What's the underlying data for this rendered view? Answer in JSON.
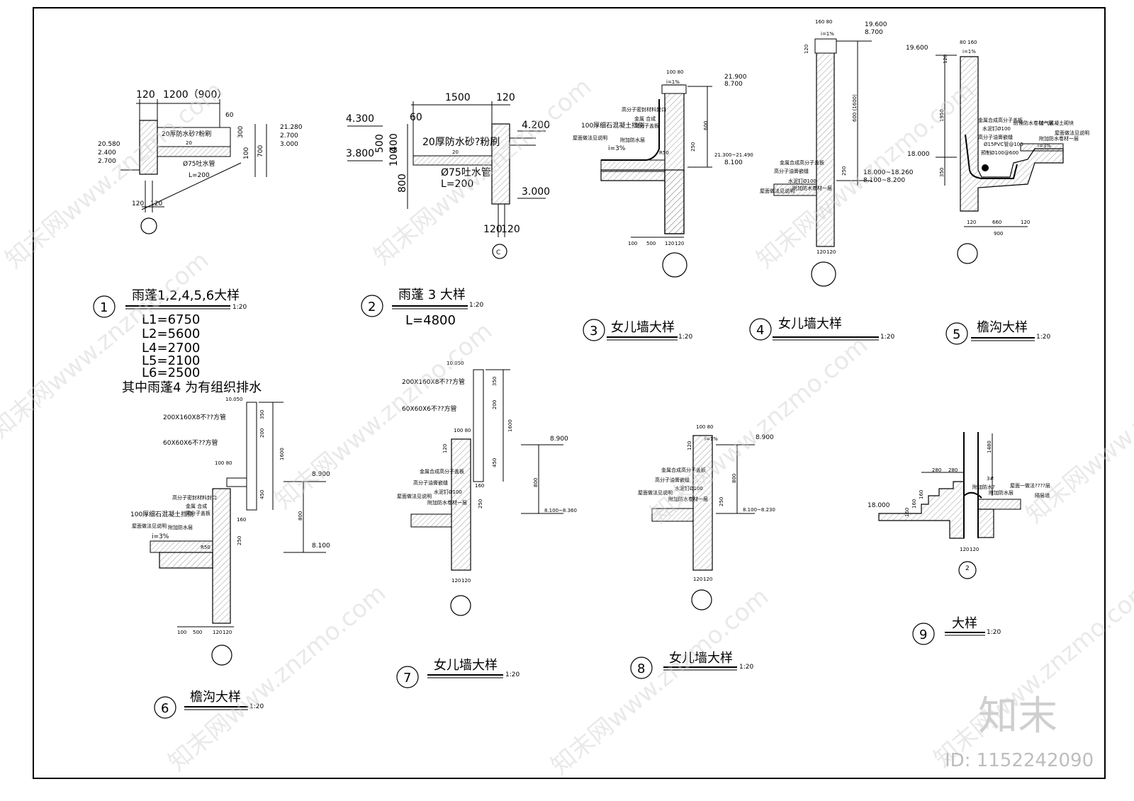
{
  "details": [
    {
      "num": "1",
      "title": "雨蓬1,2,4,5,6大样",
      "scale": "1:20",
      "notes": [
        "L1=6750",
        "L2=5600",
        "L4=2700",
        "L5=2100",
        "L6=2500",
        "其中雨蓬4 为有组织排水"
      ],
      "labels": {
        "dim_top": "1200（900）",
        "d120": "120",
        "mortar": "20厚防水砂?粉刷",
        "pipe": "Ø75吐水管",
        "pipe_l": "L=200",
        "e1": "20.580",
        "e2": "2.400",
        "e3": "2.700",
        "e4": "21.280",
        "e5": "2.700",
        "e6": "3.000",
        "d60": "60",
        "d300": "300",
        "d700": "700",
        "d100": "100",
        "d20": "20",
        "b1": "120",
        "b2": "120"
      }
    },
    {
      "num": "2",
      "title": "雨蓬 3 大样",
      "scale": "1:20",
      "notes": [
        "L=4800"
      ],
      "labels": {
        "d1500": "1500",
        "d120": "120",
        "d60": "60",
        "e1": "4.300",
        "e2": "3.800",
        "e3": "4.200",
        "e4": "3.000",
        "d400": "400",
        "d100": "100",
        "d500": "500",
        "d800": "800",
        "mortar": "20厚防水砂?粉刷",
        "pipe": "Ø75吐水管",
        "pipe_l": "L=200",
        "d20": "20",
        "b1": "120",
        "b2": "120",
        "axis": "C"
      }
    },
    {
      "num": "3",
      "title": "女儿墙大样",
      "scale": "1:20",
      "labels": {
        "e1": "21.900",
        "e2": "8.700",
        "e3": "21.300~21.490",
        "e4": "8.100",
        "d600": "600",
        "d250": "250",
        "slope": "i=3%",
        "top": "100 80",
        "b1": "100",
        "b2": "500",
        "b3": "120",
        "b4": "120",
        "n1": "高分子密封材料封口",
        "n2": "金属  合成",
        "n3": "高分子盖板",
        "n4": "100厚细石混凝土挡侧",
        "n5": "屋面做法见说明",
        "n6": "附加防水层",
        "r": "R50",
        "i1": "i=1%"
      }
    },
    {
      "num": "4",
      "title": "女儿墙大样",
      "scale": "1:20",
      "labels": {
        "e1": "19.600",
        "e2": "8.700",
        "e3": "18.000~18.260",
        "e4": "8.100~8.200",
        "d600": "600 (1600)",
        "d250": "250",
        "top": "160 80",
        "b1": "120",
        "b2": "120",
        "n1": "金属合成高分子盖板",
        "n2": "高分子油膏嵌缝",
        "n3": "水泥钉Ø100",
        "n4": "屋面做法见说明",
        "n5": "附加防水卷材一层",
        "i1": "i=1%",
        "d120": "120"
      }
    },
    {
      "num": "5",
      "title": "檐沟大样",
      "scale": "1:20",
      "labels": {
        "e1": "19.600",
        "e2": "18.000",
        "d1950": "1950",
        "d350": "350",
        "d120": "120",
        "top": "80 160",
        "b1": "120",
        "b2": "660",
        "b3": "120",
        "b4": "900",
        "n1": "金属合成高分子盖板",
        "n2": "水泥钉Ø100",
        "n3": "高分子油膏嵌缝",
        "n4": "Ø15PVC管@100",
        "n5": "耐候防水卷材一层",
        "n6": "加气混凝土砌块",
        "n7": "屋面做法见说明",
        "n8": "附加防水卷材一层",
        "slope": "i=3%",
        "i1": "i=1%",
        "n9": "预制Ø100@600"
      }
    },
    {
      "num": "6",
      "title": "檐沟大样",
      "scale": "1:20",
      "labels": {
        "e0": "10.050",
        "e1": "8.900",
        "e2": "8.100",
        "pipe1": "200X160X8不??方管",
        "pipe2": "60X60X6不??方管",
        "d350": "350",
        "d200": "200",
        "d1600": "1600",
        "d450": "450",
        "d800": "800",
        "d250": "250",
        "d160": "160",
        "top": "100 80",
        "n1": "高分子密封材料封口",
        "n2": "金属  合成",
        "n3": "高分子盖板",
        "n4": "100厚细石混凝土挡侧",
        "n5": "屋面做法见说明",
        "n6": "附加防水层",
        "slope": "i=3%",
        "b1": "100",
        "b2": "500",
        "b3": "120",
        "b4": "120",
        "r": "R50"
      }
    },
    {
      "num": "7",
      "title": "女儿墙大样",
      "scale": "1:20",
      "labels": {
        "e0": "10.050",
        "e1": "8.900",
        "e2": "8.100~8.360",
        "pipe1": "200X160X8不??方管",
        "pipe2": "60X60X6不??方管",
        "d350": "350",
        "d200": "200",
        "d1600": "1600",
        "d450": "450",
        "d800": "800",
        "d250": "250",
        "d160": "160",
        "d120": "120",
        "top": "100 80",
        "n1": "金属合成高分子盖板",
        "n2": "高分子油膏嵌缝",
        "n3": "水泥钉Ø100",
        "n4": "屋面做法见说明",
        "n5": "附加防水卷材一层",
        "b1": "120",
        "b2": "120"
      }
    },
    {
      "num": "8",
      "title": "女儿墙大样",
      "scale": "1:20",
      "labels": {
        "e1": "8.900",
        "e2": "8.100~8.230",
        "d800": "800",
        "d250": "250",
        "d120": "120",
        "top": "100 80",
        "n1": "金属合成高分子盖板",
        "n2": "高分子油膏嵌缝",
        "n3": "水泥钉Ø100",
        "n4": "屋面做法见说明",
        "n5": "附加防水卷材一层",
        "b1": "120",
        "b2": "120",
        "i1": "i=1%"
      }
    },
    {
      "num": "9",
      "title": "大样",
      "scale": "1:20",
      "labels": {
        "d1480": "1480",
        "e1": "18.000",
        "d280a": "280",
        "d280b": "280",
        "d160": "160",
        "d160b": "160",
        "d160c": "160",
        "n1": "屋面一做法????层",
        "n2": "附加防水层",
        "n3": "隔层墙",
        "n4": "附加防水?",
        "b1": "120",
        "b2": "120",
        "axis": "2",
        "s1": "3#"
      }
    }
  ],
  "watermark": {
    "text": "知末网www.znzmo.com",
    "logo": "知末",
    "id": "ID: 1152242090"
  }
}
